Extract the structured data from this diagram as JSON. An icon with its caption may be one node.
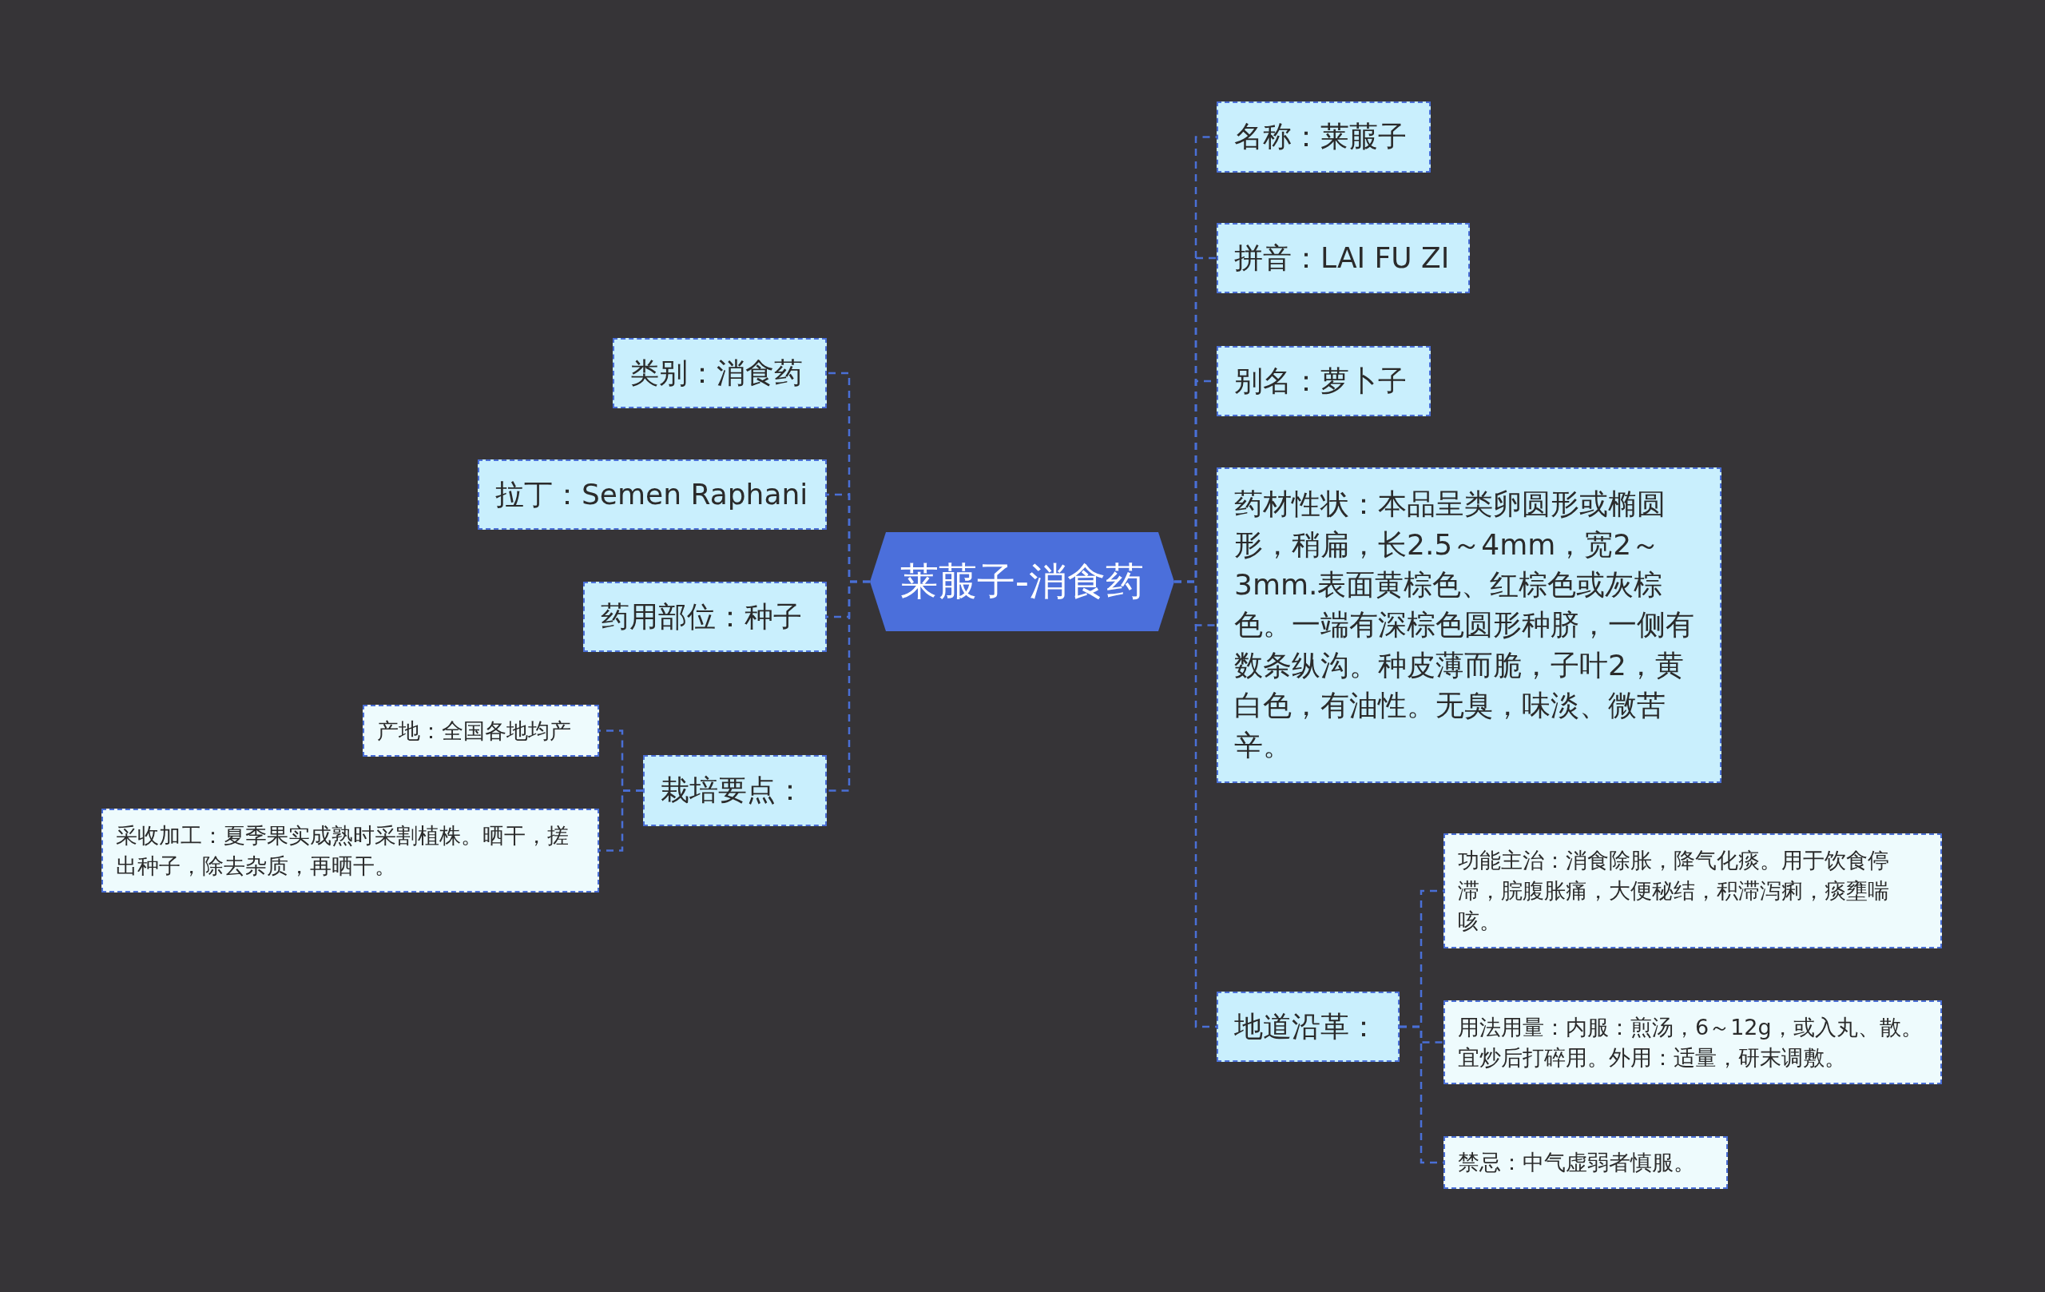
{
  "diagram": {
    "nodes": [
      {
        "text": [
          "莱菔子-消食药"
        ]
      },
      {
        "text": [
          "名称：莱菔子"
        ]
      },
      {
        "text": [
          "拼音：LAI FU ZI"
        ]
      },
      {
        "text": [
          "别名：萝卜子"
        ]
      },
      {
        "text": [
          "药材性状：本品呈类卵圆形或椭圆形，稍扁，长2.5～4mm，宽2～3mm.表面黄棕色、红棕色或灰棕色。一端有深棕色圆形种脐，一侧有数条纵沟。种皮薄而脆，子叶2，黄白色，有油性。无臭，味淡、微苦辛。"
        ]
      },
      {
        "text": [
          "地道沿革："
        ]
      },
      {
        "text": [
          "功能主治：消食除胀，降气化痰。用于饮食停滞，脘腹胀痛，大便秘结，积滞泻痢，痰壅喘咳。"
        ]
      },
      {
        "text": [
          "用法用量：内服：煎汤，6～12g，或入丸、散。宜炒后打碎用。外用：适量，研末调敷。"
        ]
      },
      {
        "text": [
          "禁忌：中气虚弱者慎服。"
        ]
      },
      {
        "text": [
          "类别：消食药"
        ]
      },
      {
        "text": [
          "拉丁：Semen Raphani"
        ]
      },
      {
        "text": [
          "药用部位：种子"
        ]
      },
      {
        "text": [
          "栽培要点："
        ]
      },
      {
        "text": [
          "产地：全国各地均产"
        ]
      },
      {
        "text": [
          "采收加工：夏季果实成熟时采割植株。晒干，搓出种子，除去杂质，再晒干。"
        ]
      }
    ],
    "edges": [
      {
        "from": 0,
        "to": 1,
        "arrow": "none"
      },
      {
        "from": 0,
        "to": 2,
        "arrow": "none"
      },
      {
        "from": 0,
        "to": 3,
        "arrow": "none"
      },
      {
        "from": 0,
        "to": 4,
        "arrow": "none"
      },
      {
        "from": 0,
        "to": 5,
        "arrow": "none"
      },
      {
        "from": 5,
        "to": 6,
        "arrow": "none"
      },
      {
        "from": 5,
        "to": 7,
        "arrow": "none"
      },
      {
        "from": 5,
        "to": 8,
        "arrow": "none"
      },
      {
        "from": 0,
        "to": 9,
        "arrow": "none"
      },
      {
        "from": 0,
        "to": 10,
        "arrow": "none"
      },
      {
        "from": 0,
        "to": 11,
        "arrow": "none"
      },
      {
        "from": 0,
        "to": 12,
        "arrow": "none"
      },
      {
        "from": 12,
        "to": 13,
        "arrow": "none"
      },
      {
        "from": 12,
        "to": 14,
        "arrow": "none"
      }
    ]
  }
}
